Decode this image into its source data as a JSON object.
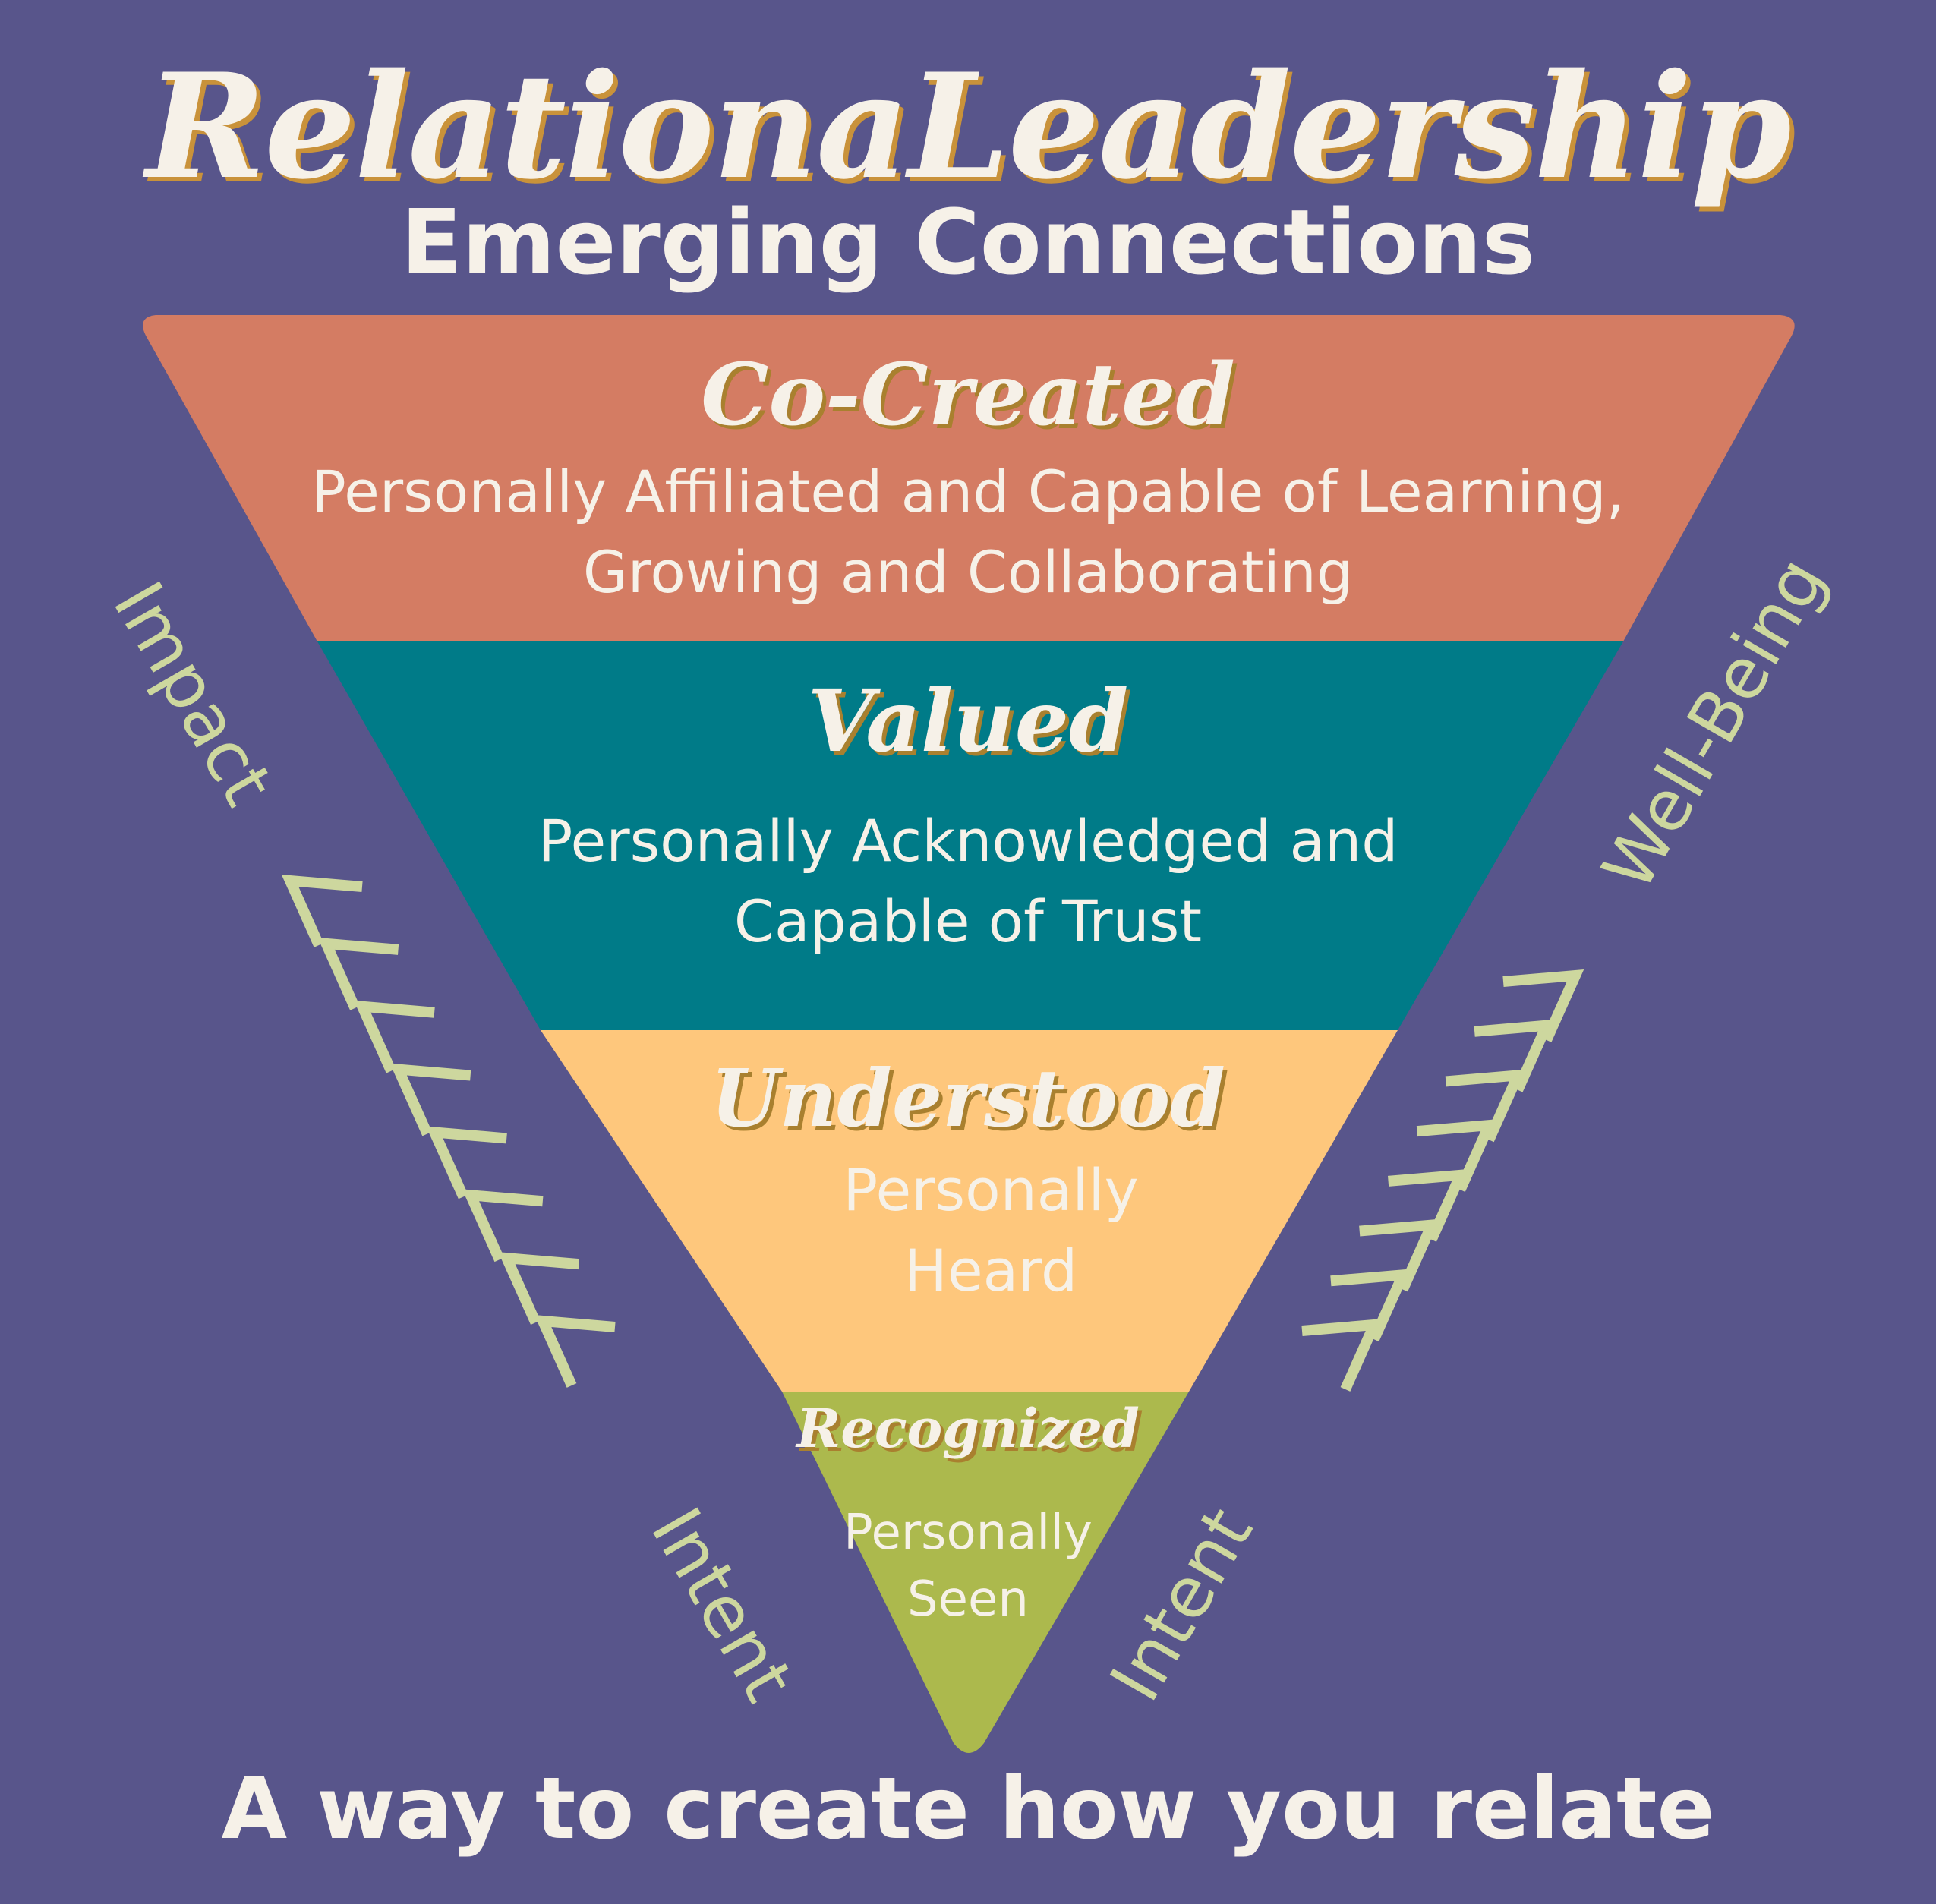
{
  "title": "RelationaLeadership",
  "subtitle": "Emerging Connections",
  "footer": "A way to create how you relate",
  "colors": {
    "background": "#58558b",
    "co_created": "#d47c63",
    "valued": "#007b88",
    "understood": "#fec77c",
    "recognized": "#acb94d",
    "chevron": "#cdd79e",
    "text": "#f6f1e8"
  },
  "levels": [
    {
      "title": "Co-Created",
      "desc_lines": [
        "Personally Affiliated and Capable of Learning,",
        "Growing and Collaborating"
      ]
    },
    {
      "title": "Valued",
      "desc_lines": [
        "Personally Acknowledged and",
        "Capable of Trust"
      ]
    },
    {
      "title": "Understood",
      "desc_lines": [
        "Personally",
        "Heard"
      ]
    },
    {
      "title": "Recognized",
      "desc_lines": [
        "Personally",
        "Seen"
      ]
    }
  ],
  "side_labels": {
    "left_top": "Impact",
    "left_bottom": "Intent",
    "right_top": "Well-Being",
    "right_bottom": "Intent"
  }
}
